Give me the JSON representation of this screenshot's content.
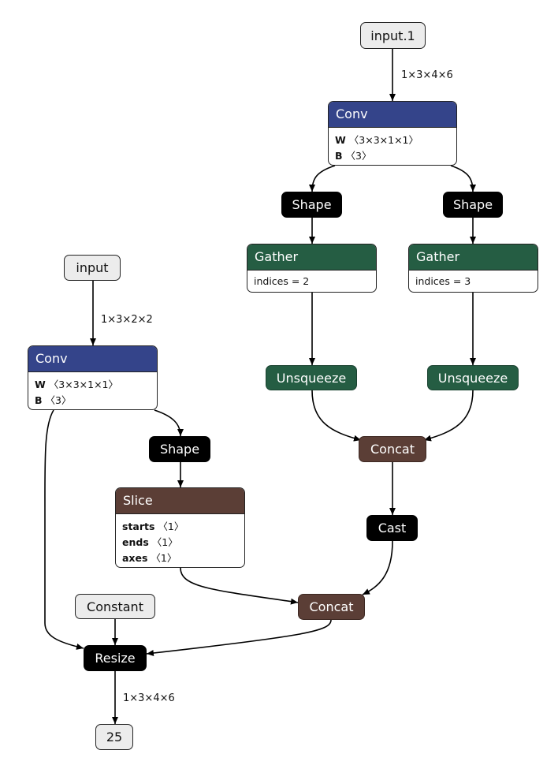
{
  "nodes": {
    "input1": "input.1",
    "conv_top": {
      "title": "Conv",
      "w_key": "W",
      "w_val": "〈3×3×1×1〉",
      "b_key": "B",
      "b_val": "〈3〉"
    },
    "shape_a": "Shape",
    "shape_b": "Shape",
    "gather_a": {
      "title": "Gather",
      "attr": "indices = 2"
    },
    "gather_b": {
      "title": "Gather",
      "attr": "indices = 3"
    },
    "unsqueeze_a": "Unsqueeze",
    "unsqueeze_b": "Unsqueeze",
    "concat_top": "Concat",
    "cast": "Cast",
    "input": "input",
    "conv_left": {
      "title": "Conv",
      "w_key": "W",
      "w_val": "〈3×3×1×1〉",
      "b_key": "B",
      "b_val": "〈3〉"
    },
    "shape_c": "Shape",
    "slice": {
      "title": "Slice",
      "starts_key": "starts",
      "starts_val": "〈1〉",
      "ends_key": "ends",
      "ends_val": "〈1〉",
      "axes_key": "axes",
      "axes_val": "〈1〉"
    },
    "constant": "Constant",
    "concat_bottom": "Concat",
    "resize": "Resize",
    "output": "25"
  },
  "edge_labels": {
    "input1_conv": "1×3×4×6",
    "input_conv": "1×3×2×2",
    "resize_out": "1×3×4×6"
  }
}
